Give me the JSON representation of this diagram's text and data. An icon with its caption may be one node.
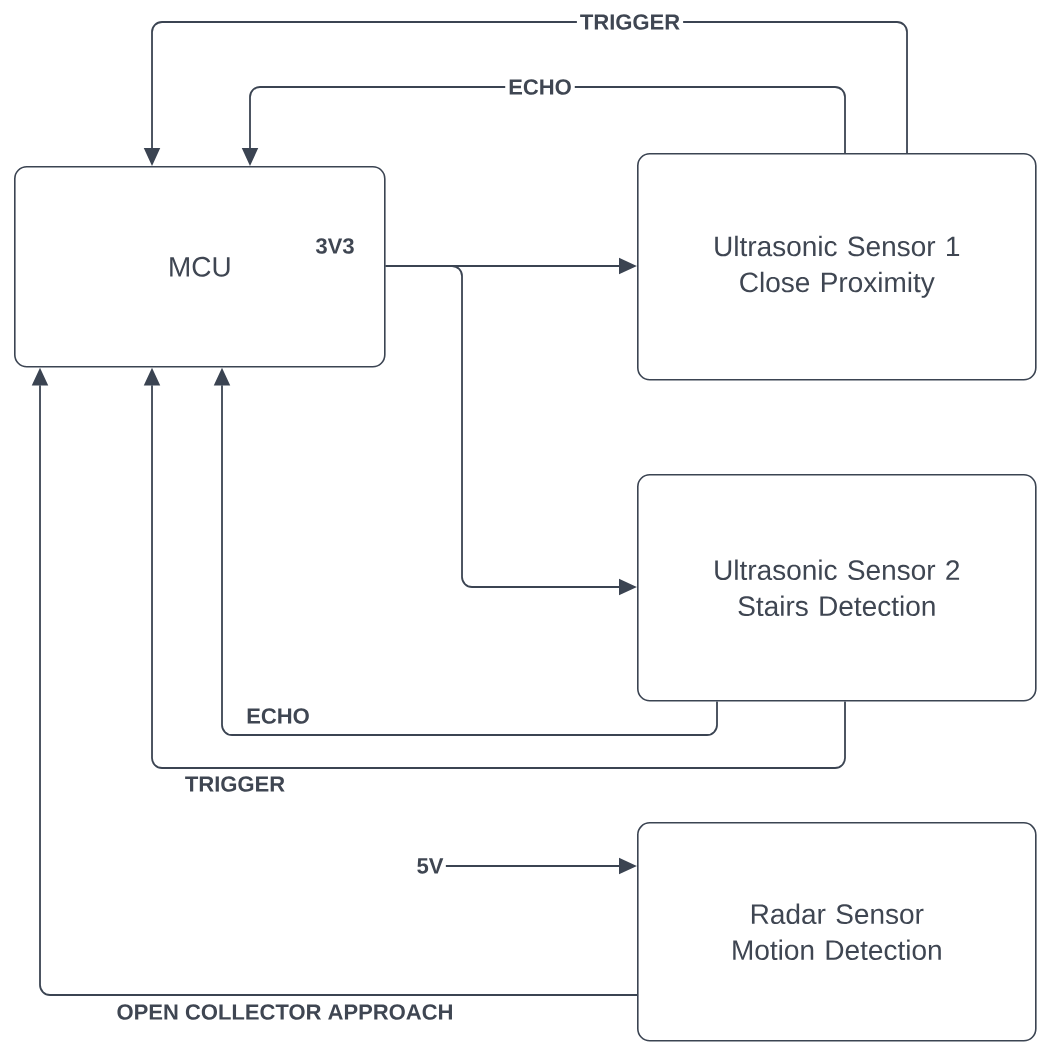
{
  "diagram": {
    "nodes": [
      {
        "text": [
          "MCU"
        ]
      },
      {
        "text": [
          "Ultrasonic Sensor 1",
          "Close Proximity"
        ]
      },
      {
        "text": [
          "Ultrasonic Sensor 2",
          "Stairs Detection"
        ]
      },
      {
        "text": [
          "Radar Sensor Motion Detection"
        ]
      },
      {
        "text": [
          "5V"
        ]
      }
    ],
    "edges": [
      {
        "from": 1,
        "to": 0,
        "arrow": "to",
        "label": "TRIGGER"
      },
      {
        "from": 1,
        "to": 0,
        "arrow": "to",
        "label": "ECHO"
      },
      {
        "from": 0,
        "to": 1,
        "arrow": "to",
        "label": "3V3"
      },
      {
        "from": 0,
        "to": 2,
        "arrow": "to"
      },
      {
        "from": 2,
        "to": 0,
        "arrow": "to",
        "label": "ECHO"
      },
      {
        "from": 2,
        "to": 0,
        "arrow": "to",
        "label": "TRIGGER"
      },
      {
        "from": 3,
        "to": 0,
        "arrow": "to",
        "label": "OPEN COLLECTOR APPROACH"
      },
      {
        "from": 4,
        "to": 3,
        "arrow": "to"
      }
    ]
  }
}
